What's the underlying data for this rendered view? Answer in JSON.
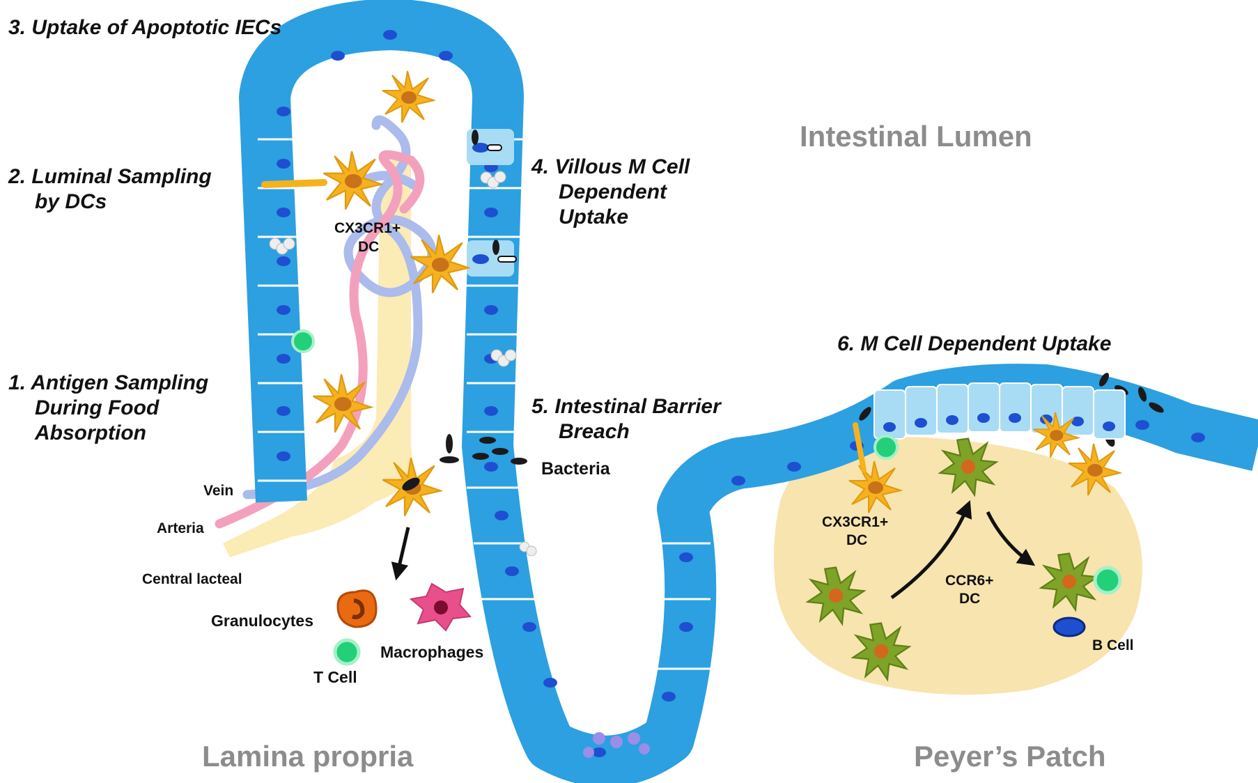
{
  "steps": {
    "s1_line1": "1. Antigen Sampling",
    "s1_line2": "During Food",
    "s1_line3": "Absorption",
    "s2_line1": "2. Luminal Sampling",
    "s2_line2": "by DCs",
    "s3": "3. Uptake of Apoptotic IECs",
    "s4_line1": "4. Villous M Cell",
    "s4_line2": "Dependent",
    "s4_line3": "Uptake",
    "s5_line1": "5. Intestinal Barrier",
    "s5_line2": "Breach",
    "s6": "6. M Cell Dependent Uptake"
  },
  "labels": {
    "cx3cr1_villus_1": "CX3CR1+",
    "cx3cr1_villus_2": "DC",
    "vein": "Vein",
    "arteria": "Arteria",
    "central_lacteal": "Central lacteal",
    "bacteria": "Bacteria",
    "granulocytes": "Granulocytes",
    "macrophages": "Macrophages",
    "t_cell": "T Cell",
    "cx3cr1_patch_1": "CX3CR1+",
    "cx3cr1_patch_2": "DC",
    "ccr6_1": "CCR6+",
    "ccr6_2": "DC",
    "b_cell": "B Cell"
  },
  "regions": {
    "lumen": "Intestinal Lumen",
    "lamina": "Lamina propria",
    "peyers": "Peyer’s Patch"
  },
  "colors": {
    "epithelium": "#2ca0e0",
    "nucleus": "#1e4fd0",
    "m_cell": "#a8dcf4",
    "dendritic_cell": "#f5b21e",
    "dc_nucleus": "#c8731a",
    "ccr6_dc": "#7ea328",
    "patch": "#f8e4ae",
    "lacteal": "#fbe9ad",
    "artery": "#f3a0bd",
    "vein": "#aabbec",
    "granulocyte": "#ea6a12",
    "macrophage": "#e94f8a",
    "t_cell": "#22d07a",
    "b_cell": "#1a3fb0",
    "bacteria": "#1a1a1a"
  }
}
